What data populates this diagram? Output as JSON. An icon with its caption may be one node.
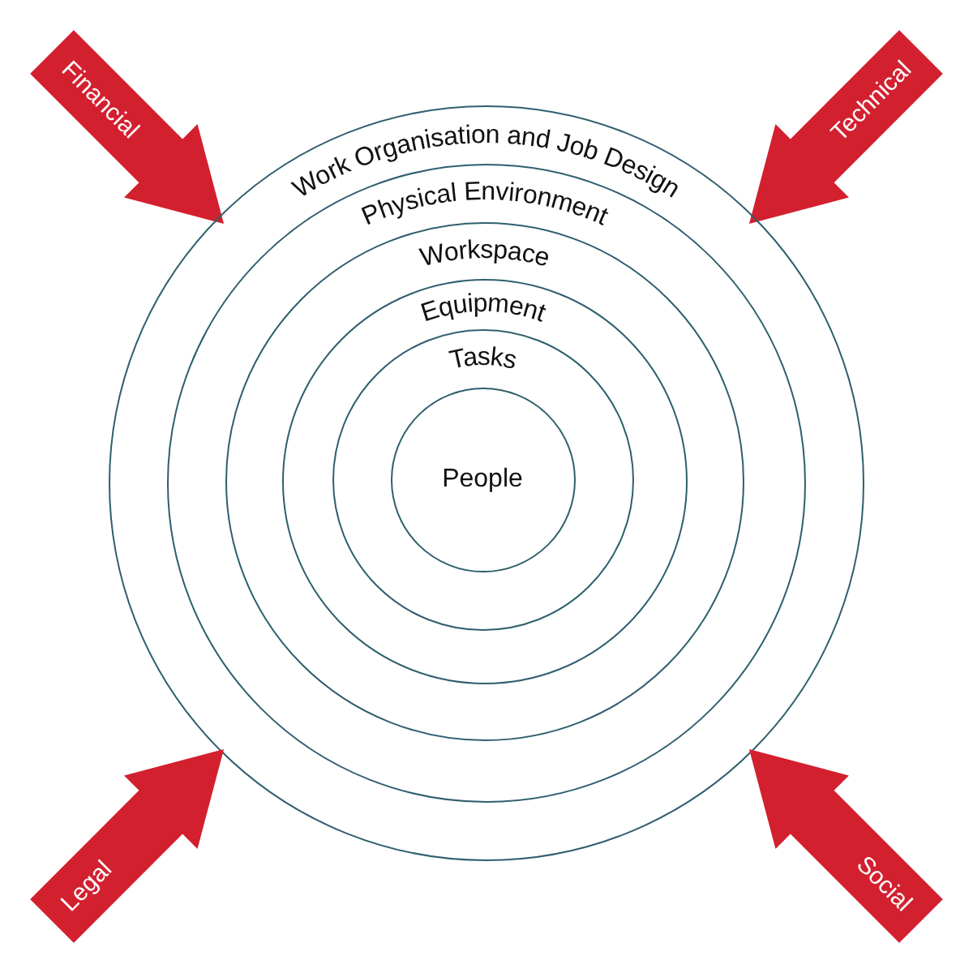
{
  "diagram": {
    "nodes": [
      {
        "text": [
          "Financial"
        ]
      },
      {
        "text": [
          "Technical"
        ]
      },
      {
        "text": [
          "Work Organisation and Job Design"
        ]
      },
      {
        "text": [
          "Physical Environment"
        ],
        "in": 2
      },
      {
        "text": [
          "Workspace"
        ],
        "in": 3
      },
      {
        "text": [
          "Equipment"
        ],
        "in": 4
      },
      {
        "text": [
          "Tasks"
        ],
        "in": 5
      },
      {
        "text": [
          "People"
        ],
        "in": 6
      },
      {
        "text": [
          "Legal"
        ]
      },
      {
        "text": [
          "Social"
        ]
      }
    ]
  }
}
